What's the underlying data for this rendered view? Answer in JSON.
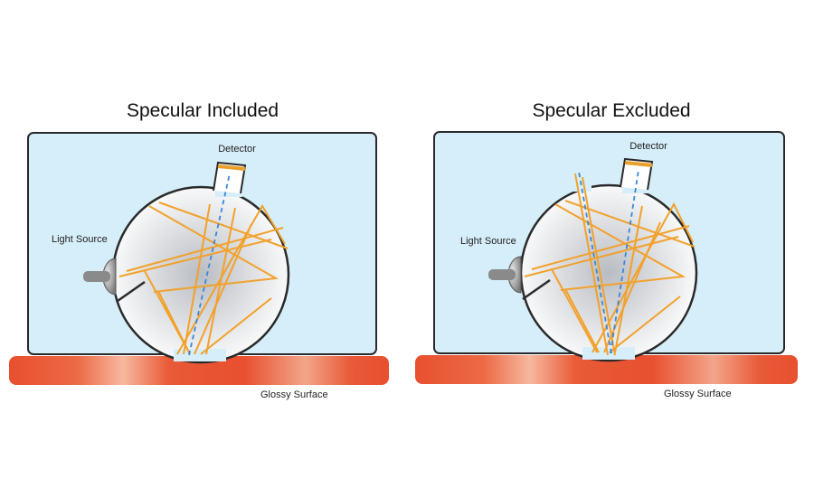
{
  "panels": [
    {
      "title": "Specular Included",
      "detector_label": "Detector",
      "light_source_label": "Light Source",
      "surface_label": "Glossy Surface",
      "specular_port": "closed"
    },
    {
      "title": "Specular Excluded",
      "detector_label": "Detector",
      "light_source_label": "Light Source",
      "surface_label": "Glossy Surface",
      "specular_port": "open"
    }
  ],
  "colors": {
    "enclosure_fill": "#d6eef9",
    "enclosure_stroke": "#2a2a2a",
    "ray": "#f2a12b",
    "detector_path": "#3a87d6",
    "surface_main": "#e8502f",
    "surface_highlight": "#f7b8a0"
  }
}
